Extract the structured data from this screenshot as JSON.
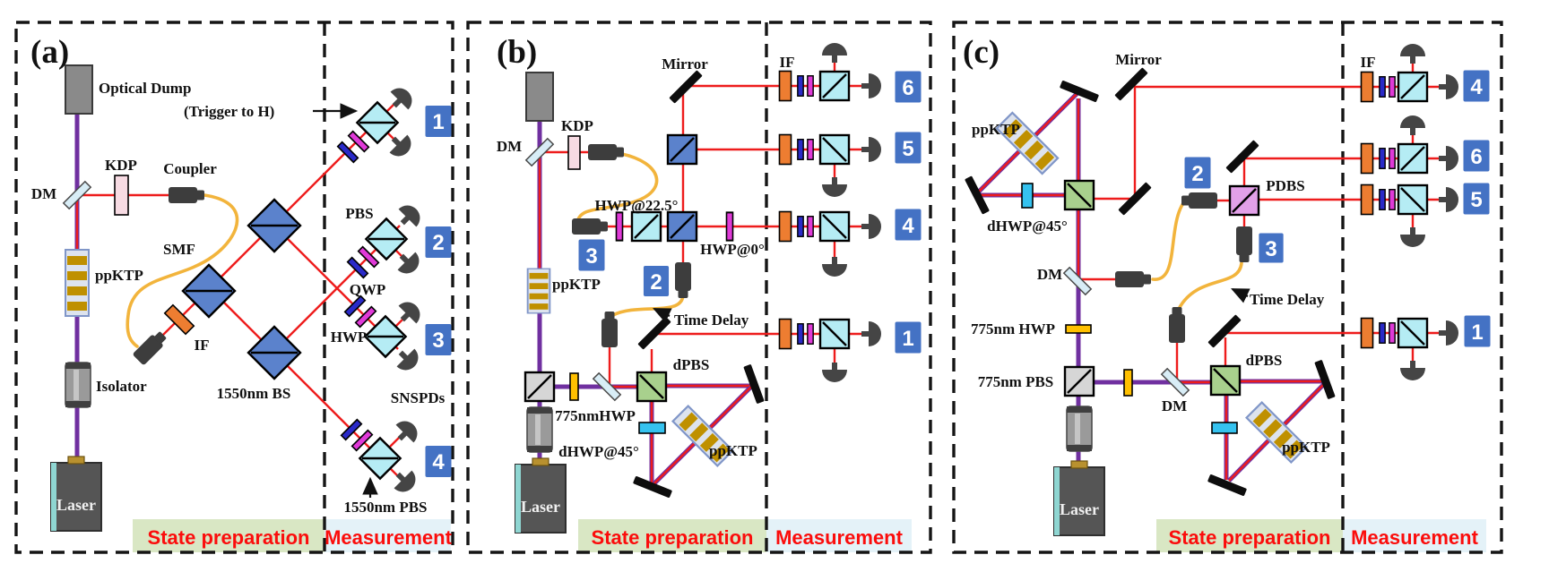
{
  "palette": {
    "beam_red": "#ee1c1c",
    "pump_purple": "#7030a0",
    "fiber_yellow": "#f2b43c",
    "dashed_border": "#151515",
    "bs_blue": "#5b82cc",
    "pbs_cyan": "#b5ecf4",
    "dpbs_green": "#a8d08d",
    "pdbs_pink": "#e2a0e8",
    "if_orange": "#ed7d31",
    "qwp_blue": "#2a2ac8",
    "hwp_magenta": "#e03ad8",
    "gold": "#ffc000",
    "dhwp_cyan": "#35c2ef",
    "badge_blue": "#4472c4",
    "state_prep_bg": "#d9e7c4",
    "measurement_bg": "#e4f2f8",
    "section_text_red": "#fb0d0c"
  },
  "sections": {
    "state_preparation": "State preparation",
    "measurement": "Measurement"
  },
  "panel_a": {
    "tag": "(a)",
    "labels": {
      "optical_dump": "Optical Dump",
      "trigger": "(Trigger to H)",
      "dm": "DM",
      "kdp": "KDP",
      "coupler": "Coupler",
      "smf": "SMF",
      "ppktp": "ppKTP",
      "if": "IF",
      "isolator": "Isolator",
      "bs_1550": "1550nm BS",
      "laser": "Laser",
      "pbs": "PBS",
      "qwp": "QWP",
      "hwp": "HWP",
      "snspds": "SNSPDs",
      "pbs_1550": "1550nm PBS"
    },
    "channels": {
      "ch1": "1",
      "ch2": "2",
      "ch3": "3",
      "ch4": "4"
    }
  },
  "panel_b": {
    "tag": "(b)",
    "labels": {
      "mirror": "Mirror",
      "dm": "DM",
      "kdp": "KDP",
      "if": "IF",
      "hwp_225": "HWP@22.5°",
      "hwp_0": "HWP@0°",
      "ppktp_top": "ppKTP",
      "time_delay": "Time Delay",
      "dpbs": "dPBS",
      "hwp_775": "775nmHWP",
      "dhwp_45": "dHWP@45°",
      "ppktp_loop": "ppKTP",
      "laser": "Laser"
    },
    "channels": {
      "ch1": "1",
      "ch2": "2",
      "ch3": "3",
      "ch4": "4",
      "ch5": "5",
      "ch6": "6"
    }
  },
  "panel_c": {
    "tag": "(c)",
    "labels": {
      "mirror": "Mirror",
      "ppktp_top": "ppKTP",
      "dhwp_45": "dHWP@45°",
      "pdbs": "PDBS",
      "time_delay": "Time Delay",
      "dm_1": "DM",
      "hwp_775": "775nm HWP",
      "pbs_775": "775nm PBS",
      "dm_2": "DM",
      "dpbs": "dPBS",
      "ppktp_loop": "ppKTP",
      "laser": "Laser",
      "if": "IF"
    },
    "channels": {
      "ch1": "1",
      "ch2": "2",
      "ch3": "3",
      "ch4": "4",
      "ch5": "5",
      "ch6": "6"
    }
  }
}
